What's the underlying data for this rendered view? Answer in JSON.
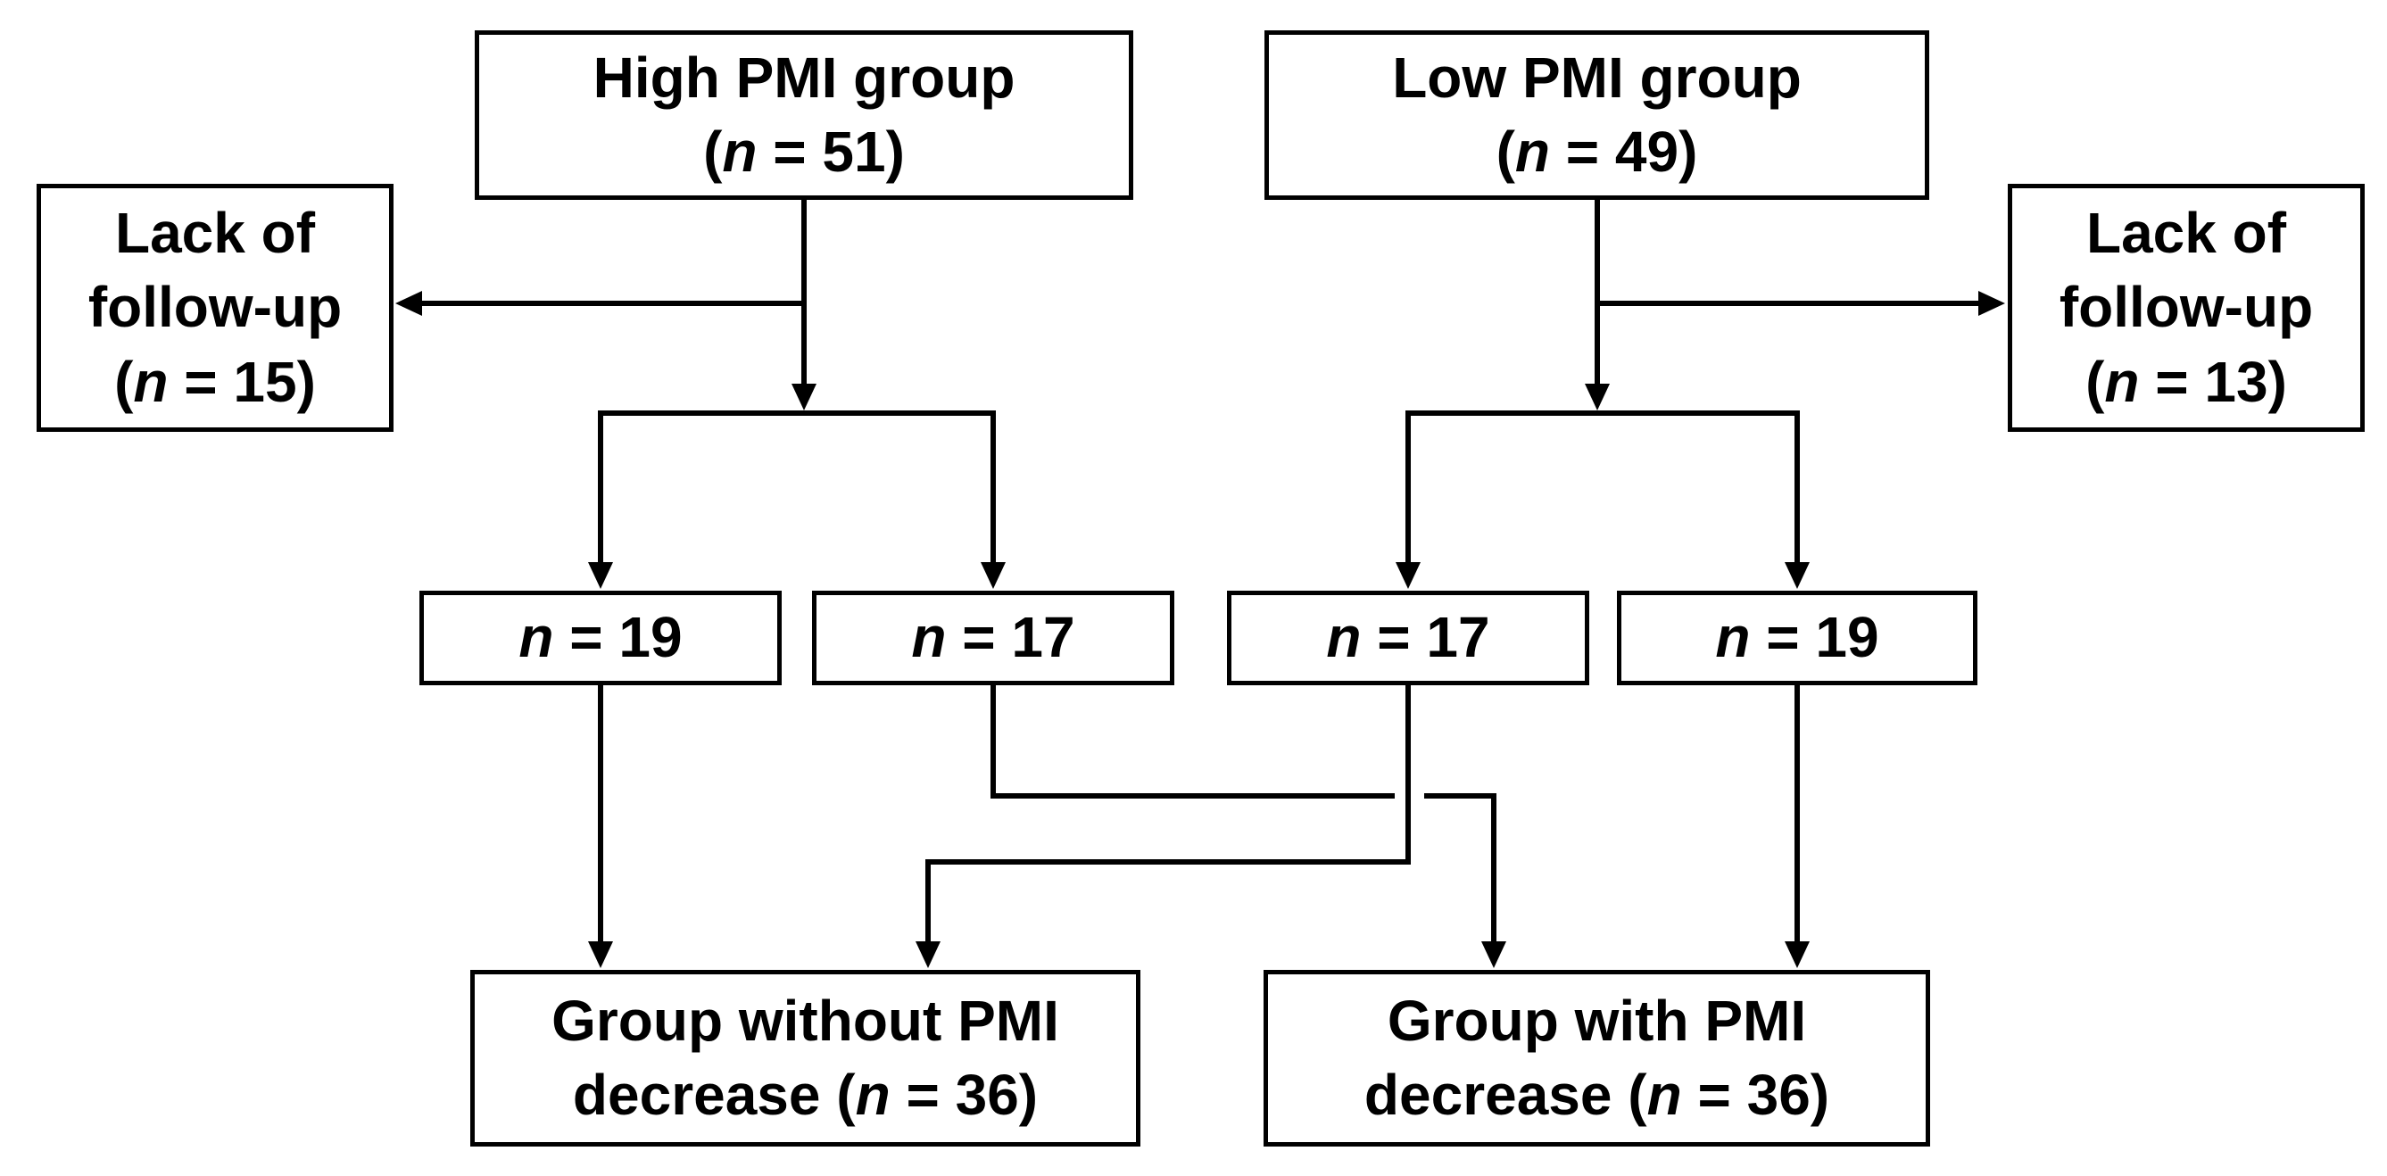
{
  "canvas": {
    "background": "#ffffff",
    "line_color": "#000000",
    "box_fill": "#ffffff",
    "box_border_color": "#000000",
    "text_color": "#000000"
  },
  "boxes": {
    "high_pmi": {
      "line1": "High PMI group",
      "n_prefix": "(",
      "n": "n",
      "n_suffix": " = 51)"
    },
    "low_pmi": {
      "line1": "Low PMI group",
      "n_prefix": "(",
      "n": "n",
      "n_suffix": " = 49)"
    },
    "lack_left": {
      "line1": "Lack of",
      "line2": "follow-up",
      "n_prefix": "(",
      "n": "n",
      "n_suffix": " = 15)"
    },
    "lack_right": {
      "line1": "Lack of",
      "line2": "follow-up",
      "n_prefix": "(",
      "n": "n",
      "n_suffix": " = 13)"
    },
    "high_n19": {
      "n": "n",
      "n_suffix": " = 19"
    },
    "high_n17": {
      "n": "n",
      "n_suffix": " = 17"
    },
    "low_n17": {
      "n": "n",
      "n_suffix": " = 17"
    },
    "low_n19": {
      "n": "n",
      "n_suffix": " = 19"
    },
    "without_decrease": {
      "line1": "Group without PMI",
      "line2_prefix": "decrease (",
      "n": "n",
      "n_suffix": " = 36)"
    },
    "with_decrease": {
      "line1": "Group with PMI",
      "line2_prefix": "decrease (",
      "n": "n",
      "n_suffix": " = 36)"
    }
  },
  "edges": [
    {
      "from": "high_pmi",
      "to": "lack_left"
    },
    {
      "from": "high_pmi",
      "to": "high_n19"
    },
    {
      "from": "high_pmi",
      "to": "high_n17"
    },
    {
      "from": "low_pmi",
      "to": "lack_right"
    },
    {
      "from": "low_pmi",
      "to": "low_n17"
    },
    {
      "from": "low_pmi",
      "to": "low_n19"
    },
    {
      "from": "high_n19",
      "to": "without_decrease"
    },
    {
      "from": "low_n17",
      "to": "without_decrease"
    },
    {
      "from": "high_n17",
      "to": "with_decrease"
    },
    {
      "from": "low_n19",
      "to": "with_decrease"
    }
  ]
}
